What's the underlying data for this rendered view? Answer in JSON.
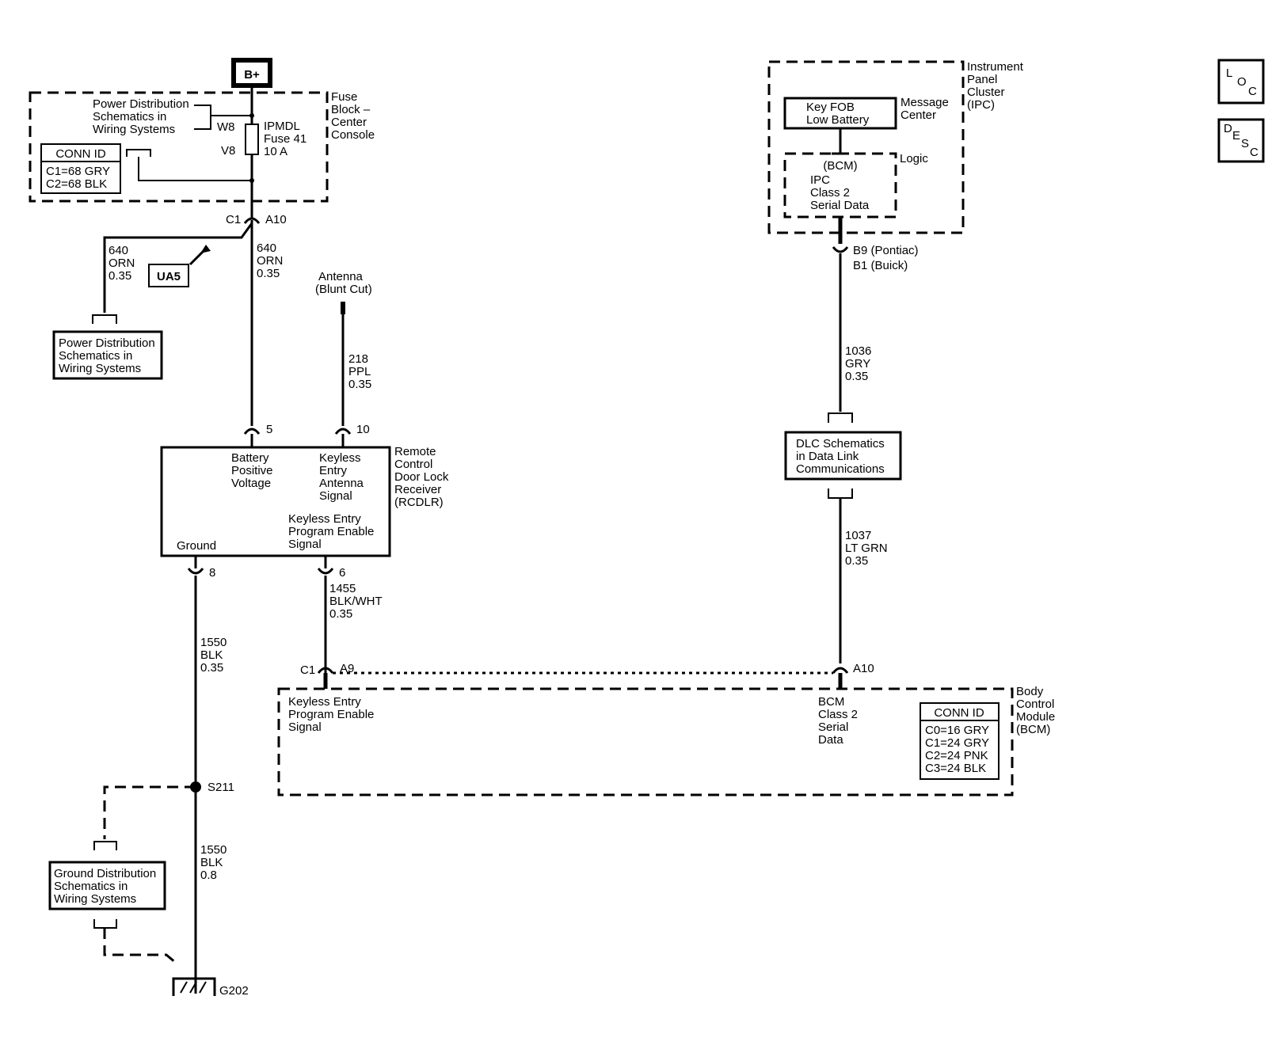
{
  "fuse_block": {
    "power_dist_lines": [
      "Power Distribution",
      "Schematics in",
      "Wiring Systems"
    ],
    "conn_id_title": "CONN ID",
    "conn_ids": [
      "C1=68 GRY",
      "C2=68 BLK"
    ],
    "w8": "W8",
    "v8": "V8",
    "fuse_lines": [
      "IPMDL",
      "Fuse 41",
      "10 A"
    ],
    "name_lines": [
      "Fuse",
      "Block –",
      "Center",
      "Console"
    ],
    "b_plus": "B+"
  },
  "connector_c1_a10_top": {
    "c1": "C1",
    "a10": "A10"
  },
  "wire_640_left": [
    "640",
    "ORN",
    "0.35"
  ],
  "wire_640_main": [
    "640",
    "ORN",
    "0.35"
  ],
  "ua5": "UA5",
  "power_dist_box": [
    "Power Distribution",
    "Schematics in",
    "Wiring Systems"
  ],
  "antenna": [
    "Antenna",
    "(Blunt Cut)"
  ],
  "wire_218": [
    "218",
    "PPL",
    "0.35"
  ],
  "rcdlr": {
    "pin5": "5",
    "pin10": "10",
    "pin8": "8",
    "pin6": "6",
    "battery_lines": [
      "Battery",
      "Positive",
      "Voltage"
    ],
    "keyless_antenna_lines": [
      "Keyless",
      "Entry",
      "Antenna",
      "Signal"
    ],
    "program_enable_lines": [
      "Keyless Entry",
      "Program Enable",
      "Signal"
    ],
    "ground": "Ground",
    "name_lines": [
      "Remote",
      "Control",
      "Door Lock",
      "Receiver",
      "(RCDLR)"
    ]
  },
  "wire_1455": [
    "1455",
    "BLK/WHT",
    "0.35"
  ],
  "wire_1550_top": [
    "1550",
    "BLK",
    "0.35"
  ],
  "splice": "S211",
  "wire_1550_bottom": [
    "1550",
    "BLK",
    "0.8"
  ],
  "ground_dist_box": [
    "Ground Distribution",
    "Schematics in",
    "Wiring Systems"
  ],
  "ground_label": "G202",
  "bcm": {
    "c1": "C1",
    "a9": "A9",
    "a10": "A10",
    "program_enable_lines": [
      "Keyless Entry",
      "Program Enable",
      "Signal"
    ],
    "class2_lines": [
      "BCM",
      "Class 2",
      "Serial",
      "Data"
    ],
    "conn_id_title": "CONN ID",
    "conn_ids": [
      "C0=16 GRY",
      "C1=24 GRY",
      "C2=24 PNK",
      "C3=24 BLK"
    ],
    "name_lines": [
      "Body",
      "Control",
      "Module",
      "(BCM)"
    ]
  },
  "ipc": {
    "name_lines": [
      "Instrument",
      "Panel",
      "Cluster",
      "(IPC)"
    ],
    "key_fob_lines": [
      "Key FOB",
      "Low Battery"
    ],
    "message_center_lines": [
      "Message",
      "Center"
    ],
    "bcm_label": "(BCM)",
    "logic_label": "Logic",
    "ipc_data_lines": [
      "IPC",
      "Class 2",
      "Serial Data"
    ],
    "b9": "B9 (Pontiac)",
    "b1": "B1 (Buick)"
  },
  "wire_1036": [
    "1036",
    "GRY",
    "0.35"
  ],
  "dlc_box": [
    "DLC Schematics",
    "in Data Link",
    "Communications"
  ],
  "wire_1037": [
    "1037",
    "LT GRN",
    "0.35"
  ],
  "nav": {
    "loc_letters": [
      "L",
      "O",
      "C"
    ],
    "desc_letters": [
      "D",
      "E",
      "S",
      "C"
    ]
  }
}
